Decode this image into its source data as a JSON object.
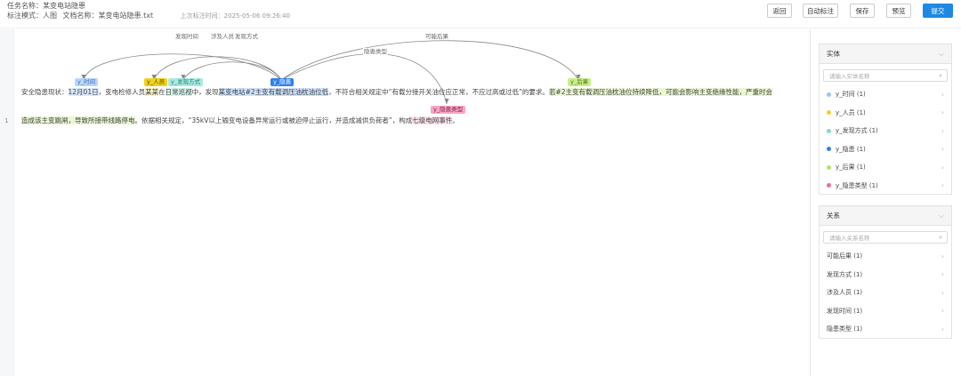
{
  "header": {
    "task_label": "任务名称：",
    "task_name": "某变电站隐患",
    "mode_label": "标注模式：",
    "mode_value": "人图",
    "doc_label": "文档名称：",
    "doc_name": "某变电站隐患.txt",
    "last_time": "上次标注时间：2025-05-06 09:26:40",
    "buttons": {
      "back": "返回",
      "auto": "自动标注",
      "save": "保存",
      "preview": "预览",
      "submit": "提交"
    }
  },
  "editor": {
    "line_number": "1",
    "relations": [
      "发现时间",
      "涉及人员",
      "发现方式",
      "可能后果",
      "隐患类型"
    ],
    "tags": {
      "time": "y_时间",
      "person": "y_人员",
      "find": "y_发现方式",
      "hazard": "y_隐患",
      "result": "y_后果",
      "type": "y_隐患类型"
    },
    "line1": {
      "seg1": "安全隐患现状：",
      "seg2": "12月01日",
      "seg3": "，变电检修人员",
      "seg4": "某某",
      "seg5": "在",
      "seg6": "日常巡视",
      "seg7": "中，发现",
      "seg8": "某变电站#2主变有载调压油枕油位低",
      "seg9": "，不符合相关规定中“有载分接开关油位应正常，不应过高或过低”的要求。",
      "seg10": "若#2主变有载调压油枕油位持续降低，可能会影响主变绝缘性能，严重时会"
    },
    "line2": {
      "seg1": "造成该主变跳闸，导致所接带线路停电",
      "seg2": "。依据相关规定，“35kV以上输变电设备异常运行或被迫停止运行，并造成减供负荷者”，构成",
      "seg3": "七级电网事件",
      "seg4": "。"
    }
  },
  "entity_panel": {
    "title": "实体",
    "search_placeholder": "请输入实体名称",
    "items": [
      {
        "label": "y_时间 (1)",
        "color": "#9cc3f5"
      },
      {
        "label": "y_人员 (1)",
        "color": "#f2d21b"
      },
      {
        "label": "y_发现方式 (1)",
        "color": "#7fd9cd"
      },
      {
        "label": "y_隐患 (1)",
        "color": "#2f80ed"
      },
      {
        "label": "y_后果 (1)",
        "color": "#b6e36b"
      },
      {
        "label": "y_隐患类型 (1)",
        "color": "#f06a9b"
      }
    ]
  },
  "relation_panel": {
    "title": "关系",
    "search_placeholder": "请输入关系名称",
    "items": [
      {
        "label": "可能后果 (1)"
      },
      {
        "label": "发现方式 (1)"
      },
      {
        "label": "涉及人员 (1)"
      },
      {
        "label": "发现时间 (1)"
      },
      {
        "label": "隐患类型 (1)"
      }
    ]
  },
  "colors": {
    "primary": "#1e88e5",
    "tag_time": "#b9d6fa",
    "tag_person": "#f2d21b",
    "tag_find": "#a8ebe1",
    "tag_hazard": "#2f80ed",
    "tag_result": "#c9ee8c",
    "tag_type": "#f5a7c6"
  }
}
